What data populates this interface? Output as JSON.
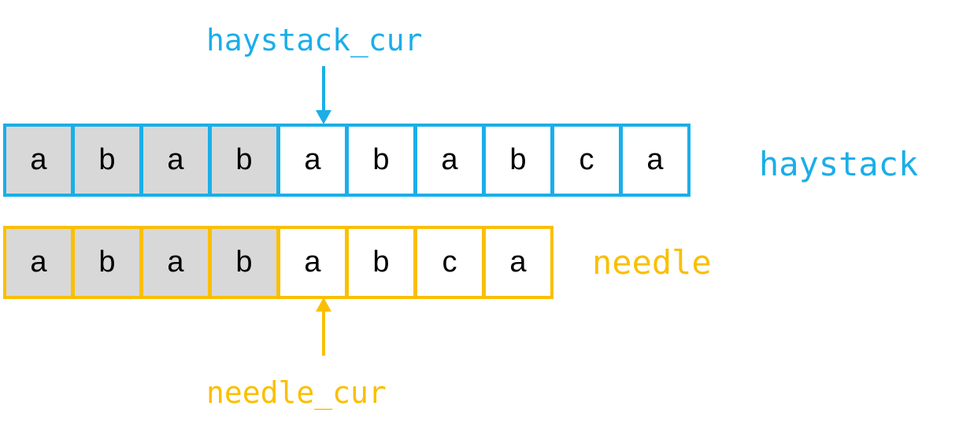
{
  "colors": {
    "haystack": "#1AAEE8",
    "needle": "#FABF00",
    "matched_fill": "#D8D8D8"
  },
  "haystack": {
    "label": "haystack",
    "cursor_label": "haystack_cur",
    "cursor_index": 4,
    "cells": [
      {
        "char": "a",
        "matched": true
      },
      {
        "char": "b",
        "matched": true
      },
      {
        "char": "a",
        "matched": true
      },
      {
        "char": "b",
        "matched": true
      },
      {
        "char": "a",
        "matched": false
      },
      {
        "char": "b",
        "matched": false
      },
      {
        "char": "a",
        "matched": false
      },
      {
        "char": "b",
        "matched": false
      },
      {
        "char": "c",
        "matched": false
      },
      {
        "char": "a",
        "matched": false
      }
    ]
  },
  "needle": {
    "label": "needle",
    "cursor_label": "needle_cur",
    "cursor_index": 4,
    "cells": [
      {
        "char": "a",
        "matched": true
      },
      {
        "char": "b",
        "matched": true
      },
      {
        "char": "a",
        "matched": true
      },
      {
        "char": "b",
        "matched": true
      },
      {
        "char": "a",
        "matched": false
      },
      {
        "char": "b",
        "matched": false
      },
      {
        "char": "c",
        "matched": false
      },
      {
        "char": "a",
        "matched": false
      }
    ]
  }
}
